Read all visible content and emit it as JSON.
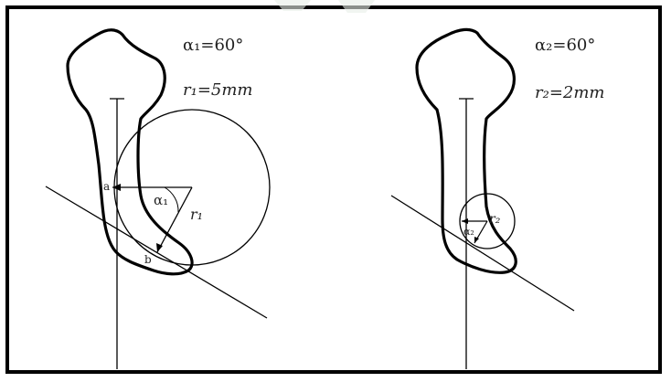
{
  "panels": [
    {
      "angle_label": "α₁=60°",
      "radius_label": "r₁=5mm",
      "point_a": "a",
      "point_b": "b",
      "alpha_mark": "α₁",
      "r_mark": "r₁"
    },
    {
      "angle_label": "α₂=60°",
      "radius_label": "r₂=2mm",
      "alpha_mark": "α₂",
      "r_mark": "r₂"
    }
  ]
}
